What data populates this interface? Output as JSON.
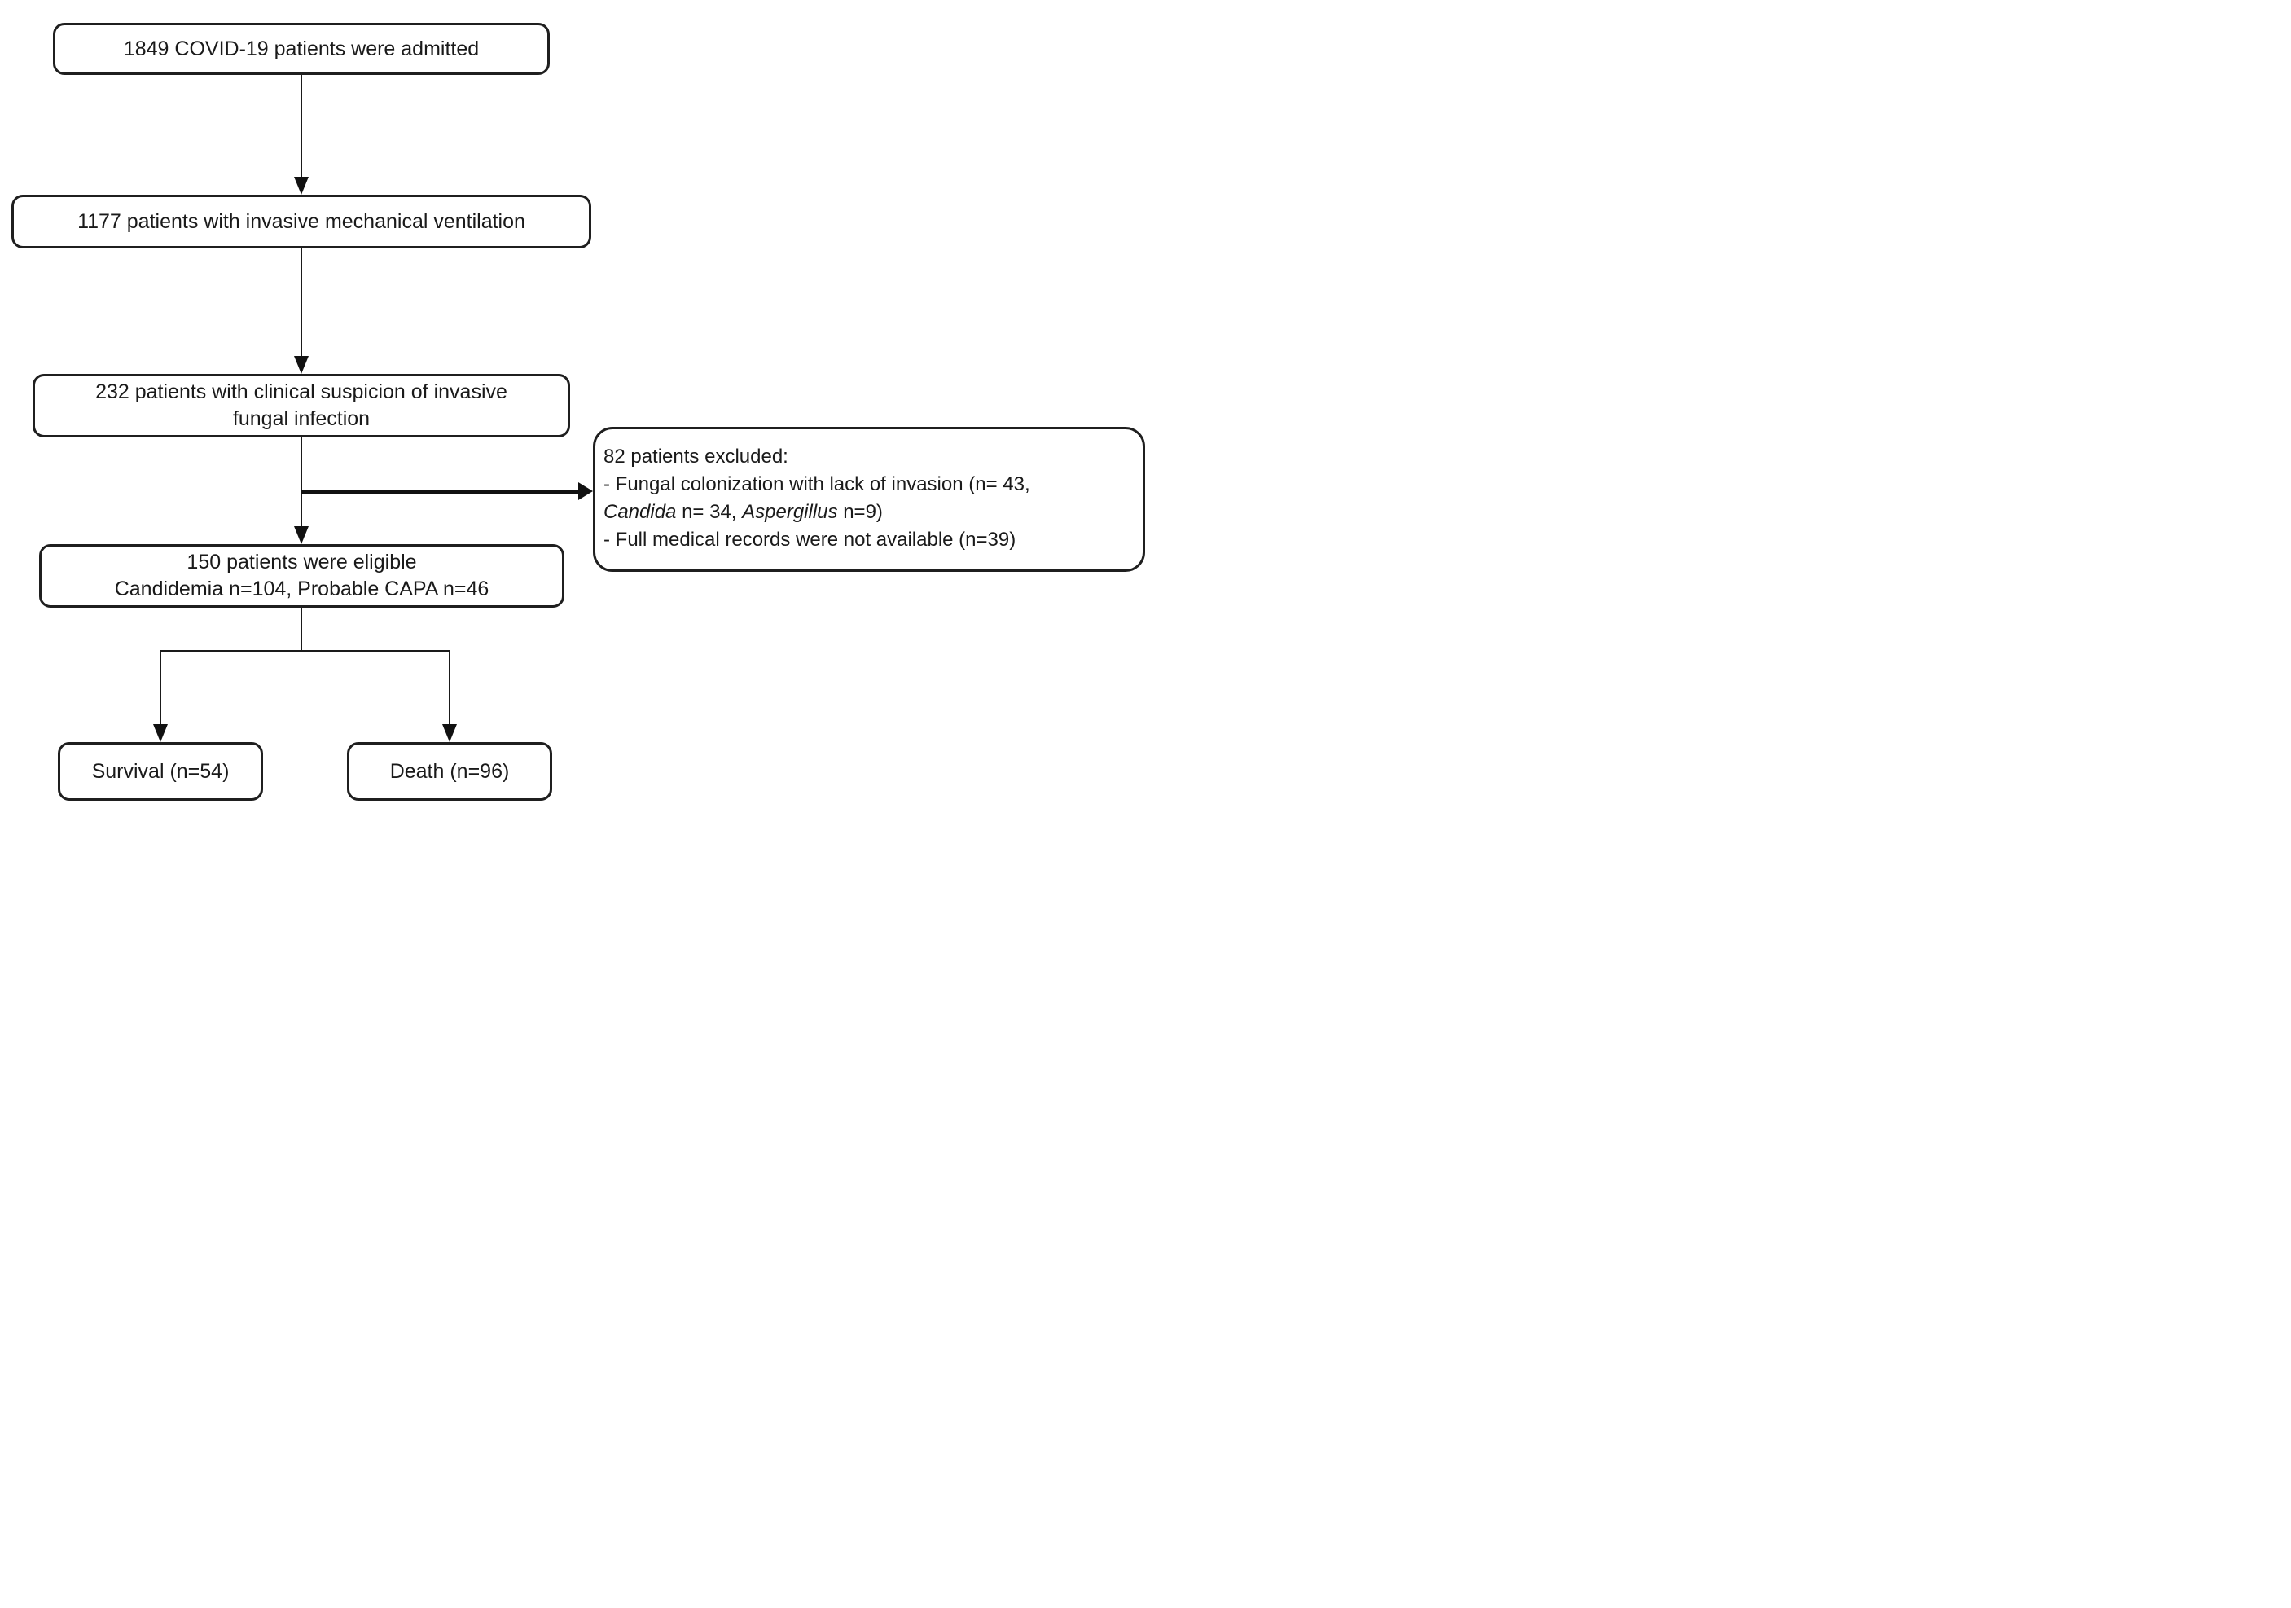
{
  "diagram": {
    "type": "patient-flowchart",
    "colors": {
      "background": "#ffffff",
      "line": "#1a1a1a",
      "box_fill": "#ffffff"
    },
    "boxes": {
      "admitted": {
        "label": "1849 COVID-19 patients were admitted"
      },
      "ventilation": {
        "label": "1177 patients with invasive mechanical ventilation"
      },
      "suspicion": {
        "line1": "232 patients with clinical suspicion of invasive",
        "line2": "fungal infection"
      },
      "eligible": {
        "line1": "150 patients were eligible",
        "line2": "Candidemia n=104, Probable CAPA n=46"
      },
      "excluded": {
        "line1": "82 patients excluded:",
        "line2": "- Fungal colonization with lack of invasion (n= 43,",
        "line3_segments": [
          {
            "text": "Candida",
            "italic": true
          },
          {
            "text": " n= 34, ",
            "italic": false
          },
          {
            "text": "Aspergillus",
            "italic": true
          },
          {
            "text": " n=9)",
            "italic": false
          }
        ],
        "line4": "- Full medical records were not available (n=39)"
      },
      "survival": {
        "label": "Survival (n=54)"
      },
      "death": {
        "label": "Death (n=96)"
      }
    }
  }
}
